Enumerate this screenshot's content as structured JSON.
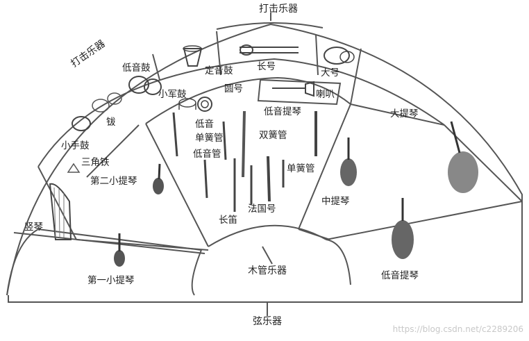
{
  "diagram": {
    "sections": {
      "percussion_top": "打击乐器",
      "percussion_left": "打击乐器",
      "woodwinds": "木管乐器",
      "strings": "弦乐器"
    },
    "instruments": {
      "bass_drum": "低音鼓",
      "timpani": "定音鼓",
      "trombone": "长号",
      "tuba": "大号",
      "snare_drum": "小军鼓",
      "french_horn": "圆号",
      "trumpet": "喇叭",
      "cymbals": "钹",
      "tambourine": "小手鼓",
      "triangle": "三角铁",
      "bass_clarinet": "低音\n单簧管",
      "bassoon": "低音管",
      "contrabassoon": "低音提琴",
      "oboe": "双簧管",
      "clarinet": "单簧管",
      "flute": "长笛",
      "english_horn": "法国号",
      "second_violin": "第二小提琴",
      "harp": "竖琴",
      "first_violin": "第一小提琴",
      "viola": "中提琴",
      "cello": "低音提琴",
      "double_bass": "大提琴"
    },
    "watermark": "https://blog.csdn.net/c2289206"
  }
}
